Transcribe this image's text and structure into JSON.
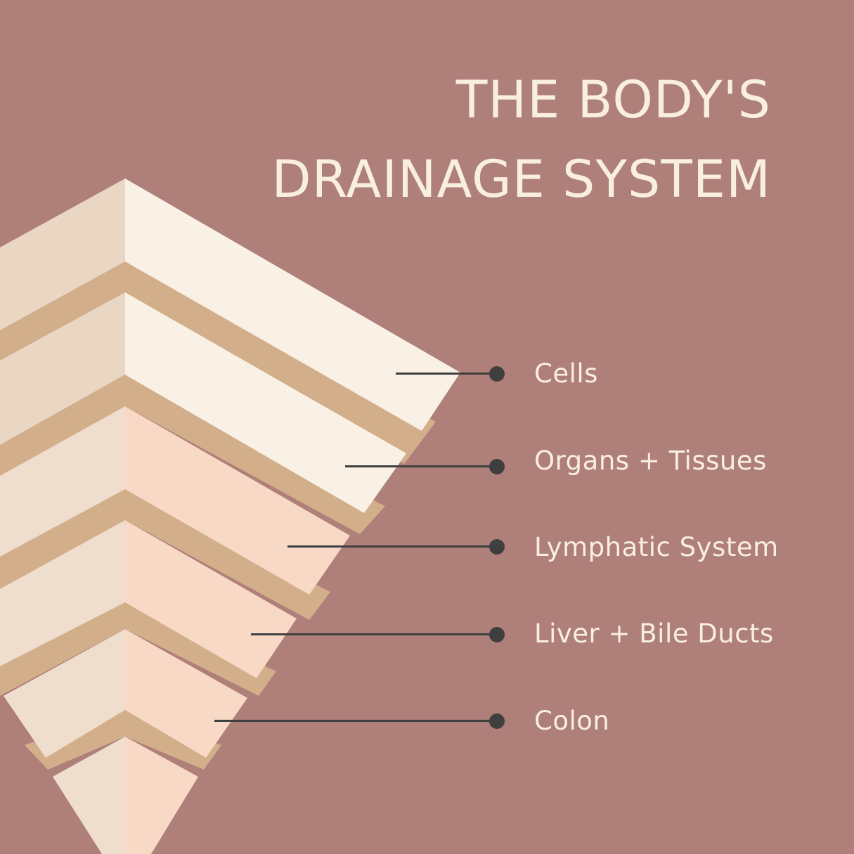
{
  "title": {
    "line1": "THE BODY'S",
    "line2": "DRAINAGE SYSTEM"
  },
  "layers": [
    {
      "label": "Cells"
    },
    {
      "label": "Organs + Tissues"
    },
    {
      "label": "Lymphatic System"
    },
    {
      "label": "Liver + Bile Ducts"
    },
    {
      "label": "Colon"
    }
  ],
  "colors": {
    "background": "#af7f79",
    "text": "#f9efdf",
    "leader": "#3f3f3f",
    "band": "#d3ae8b",
    "cream_light": "#f9f1e6",
    "cream_dark": "#e9d6c3",
    "peach_light": "#f7d9c6",
    "peach_dark": "#efdece"
  }
}
